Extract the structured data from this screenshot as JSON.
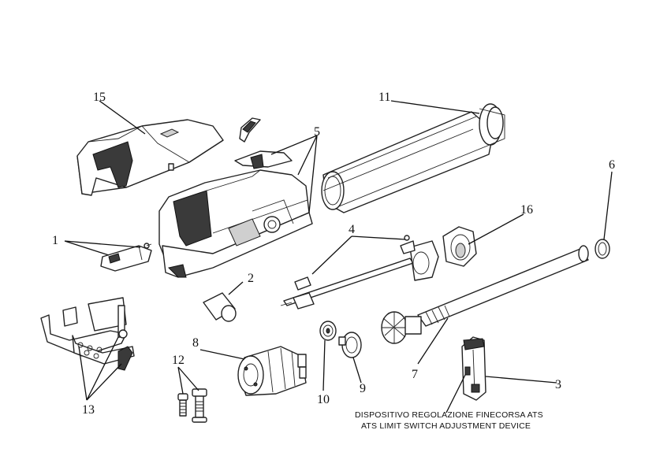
{
  "callouts": [
    "15",
    "11",
    "5",
    "6",
    "16",
    "1",
    "4",
    "2",
    "8",
    "12",
    "10",
    "9",
    "7",
    "3",
    "13"
  ],
  "caption": {
    "line_it": "DISPOSITIVO REGOLAZIONE FINECORSA ATS",
    "line_en": "ATS LIMIT SWITCH ADJUSTMENT DEVICE"
  }
}
